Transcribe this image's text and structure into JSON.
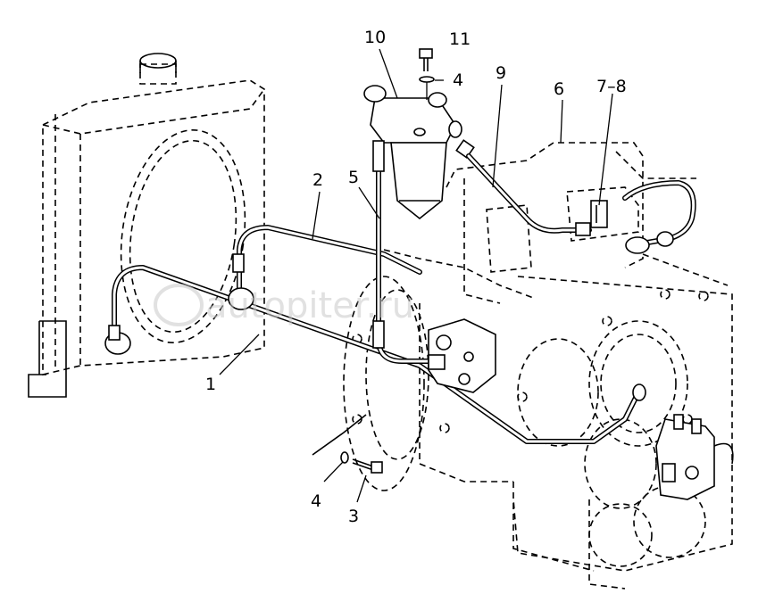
{
  "labels": {
    "l1": "1",
    "l2": "2",
    "l3": "3",
    "l4a": "4",
    "l4b": "4",
    "l5": "5",
    "l6": "6",
    "l78": "7–8",
    "l9": "9",
    "l10": "10",
    "l11": "11"
  },
  "watermark": "autopiter.ru"
}
